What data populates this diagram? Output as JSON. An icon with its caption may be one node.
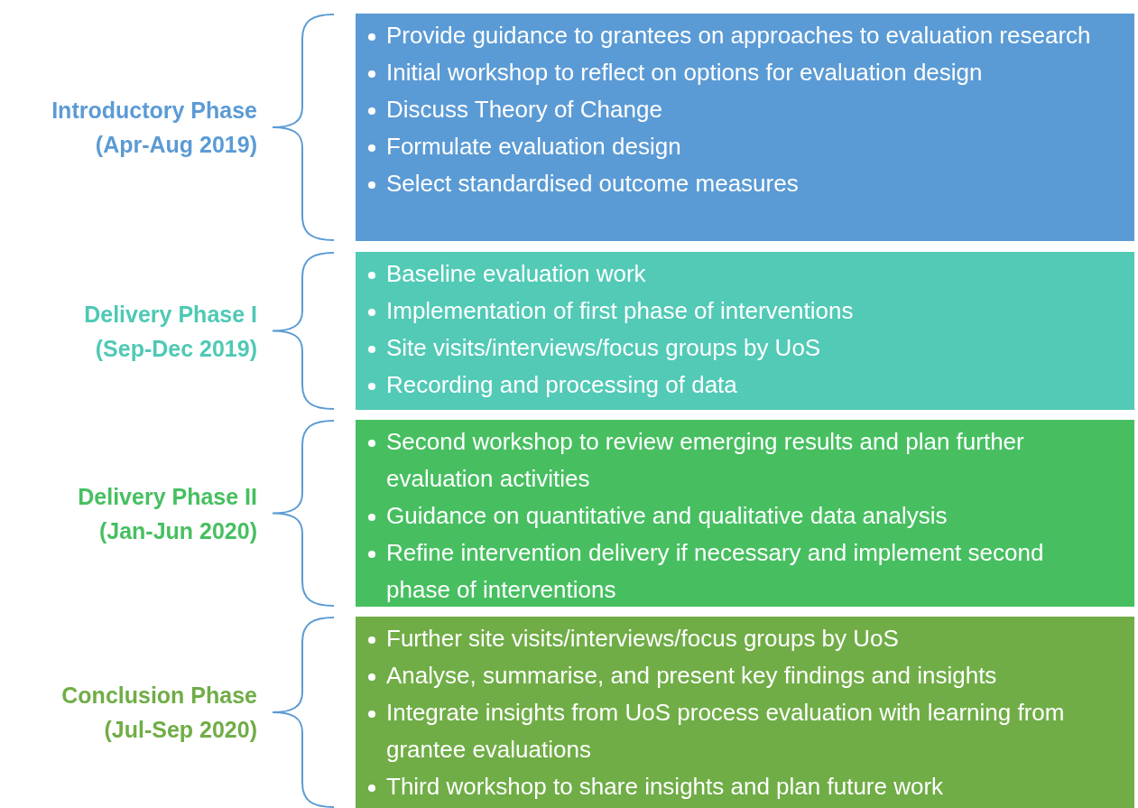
{
  "diagram": {
    "nodes": [
      {
        "text": [
          "Provide guidance to grantees on approaches to evaluation research",
          "Initial workshop to reflect on options for evaluation design",
          "Discuss Theory of Change",
          "Formulate evaluation design",
          "Select standardised outcome measures"
        ]
      },
      {
        "text": [
          "Baseline evaluation work",
          "Implementation of first phase of interventions",
          "Site visits/interviews/focus groups  by UoS",
          "Recording and processing of data"
        ]
      },
      {
        "text": [
          "Second workshop to review emerging results and plan further evaluation activities",
          "Guidance on quantitative and qualitative data analysis",
          "Refine intervention delivery if necessary and implement second phase of interventions"
        ]
      },
      {
        "text": [
          "Further site visits/interviews/focus groups by UoS",
          "Analyse, summarise, and present key findings and insights",
          "Integrate insights from UoS process evaluation with learning from grantee evaluations",
          "Third workshop to share insights and plan future work"
        ]
      }
    ],
    "labels": [
      "Introductory Phase (Apr-Aug 2019)",
      "Delivery Phase I (Sep-Dec 2019)",
      "Delivery Phase II (Jan-Jun 2020)",
      "Conclusion Phase (Jul-Sep 2020)"
    ]
  }
}
